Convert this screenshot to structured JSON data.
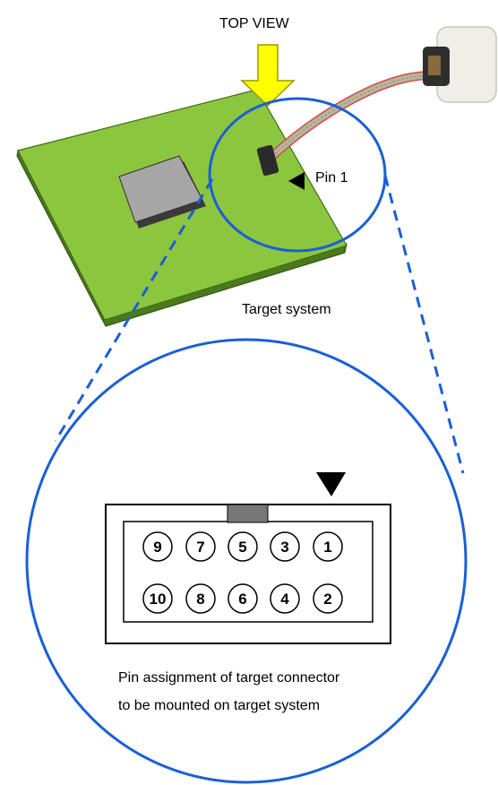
{
  "labels": {
    "top_view": "TOP VIEW",
    "pin1": "Pin 1",
    "target_system": "Target system",
    "caption_line1": "Pin assignment of target connector",
    "caption_line2": "to be mounted on target system"
  },
  "connector": {
    "top_row": [
      "9",
      "7",
      "5",
      "3",
      "1"
    ],
    "bottom_row": [
      "10",
      "8",
      "6",
      "4",
      "2"
    ]
  },
  "colors": {
    "board": "#8cc63f",
    "chip": "#a6a6a6",
    "circle": "#1a5fd6",
    "arrow": "#ffff00"
  }
}
